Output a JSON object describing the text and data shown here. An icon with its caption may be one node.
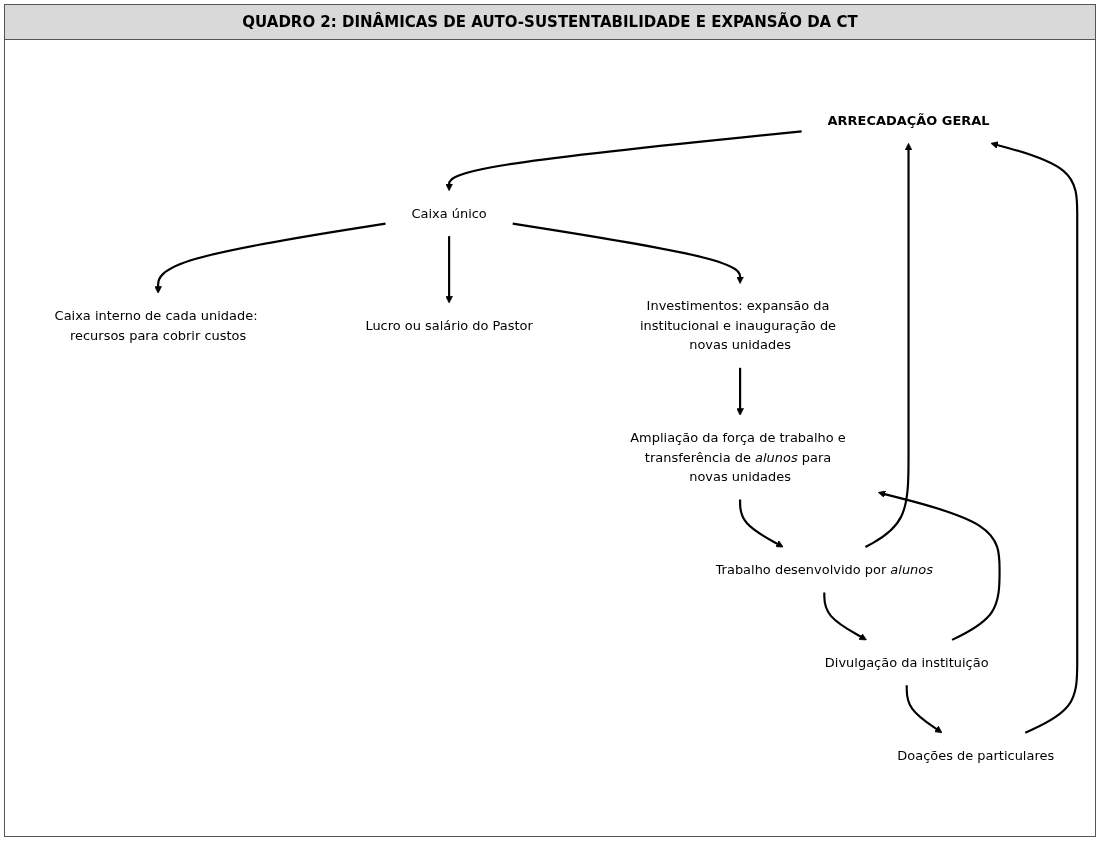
{
  "diagram": {
    "title": "QUADRO 2: DINÂMICAS DE AUTO-SUSTENTABILIDADE E EXPANSÃO DA CT",
    "nodes": [
      {
        "text": [
          "ARRECADAÇÃO GERAL"
        ]
      },
      {
        "text": [
          "Caixa interno de cada unidade: recursos para cobrir custos"
        ]
      },
      {
        "text": [
          "Caixa único"
        ]
      },
      {
        "text": [
          "Lucro ou salário do Pastor"
        ]
      },
      {
        "text": [
          "Doações de particulares"
        ]
      },
      {
        "text": [
          "Investimentos: expansão da institucional e inauguração de novas unidades"
        ]
      },
      {
        "text": [
          "Divulgação da instituição"
        ]
      },
      {
        "text": [
          "Ampliação da força de trabalho e transferência de *alunos* para novas unidades"
        ]
      },
      {
        "text": [
          "Trabalho desenvolvido por *alunos*"
        ]
      }
    ],
    "edges": [
      {
        "from": 0,
        "to": 2,
        "arrow": "to"
      },
      {
        "from": 2,
        "to": 1,
        "arrow": "to"
      },
      {
        "from": 2,
        "to": 3,
        "arrow": "to"
      },
      {
        "from": 2,
        "to": 5,
        "arrow": "to"
      },
      {
        "from": 5,
        "to": 7,
        "arrow": "to"
      },
      {
        "from": 7,
        "to": 8,
        "arrow": "to"
      },
      {
        "from": 8,
        "to": 6,
        "arrow": "to"
      },
      {
        "from": 6,
        "to": 4,
        "arrow": "to"
      },
      {
        "from": 4,
        "to": 0,
        "arrow": "to"
      },
      {
        "from": 8,
        "to": 0,
        "arrow": "to"
      },
      {
        "from": 6,
        "to": 7,
        "arrow": "to"
      }
    ]
  }
}
